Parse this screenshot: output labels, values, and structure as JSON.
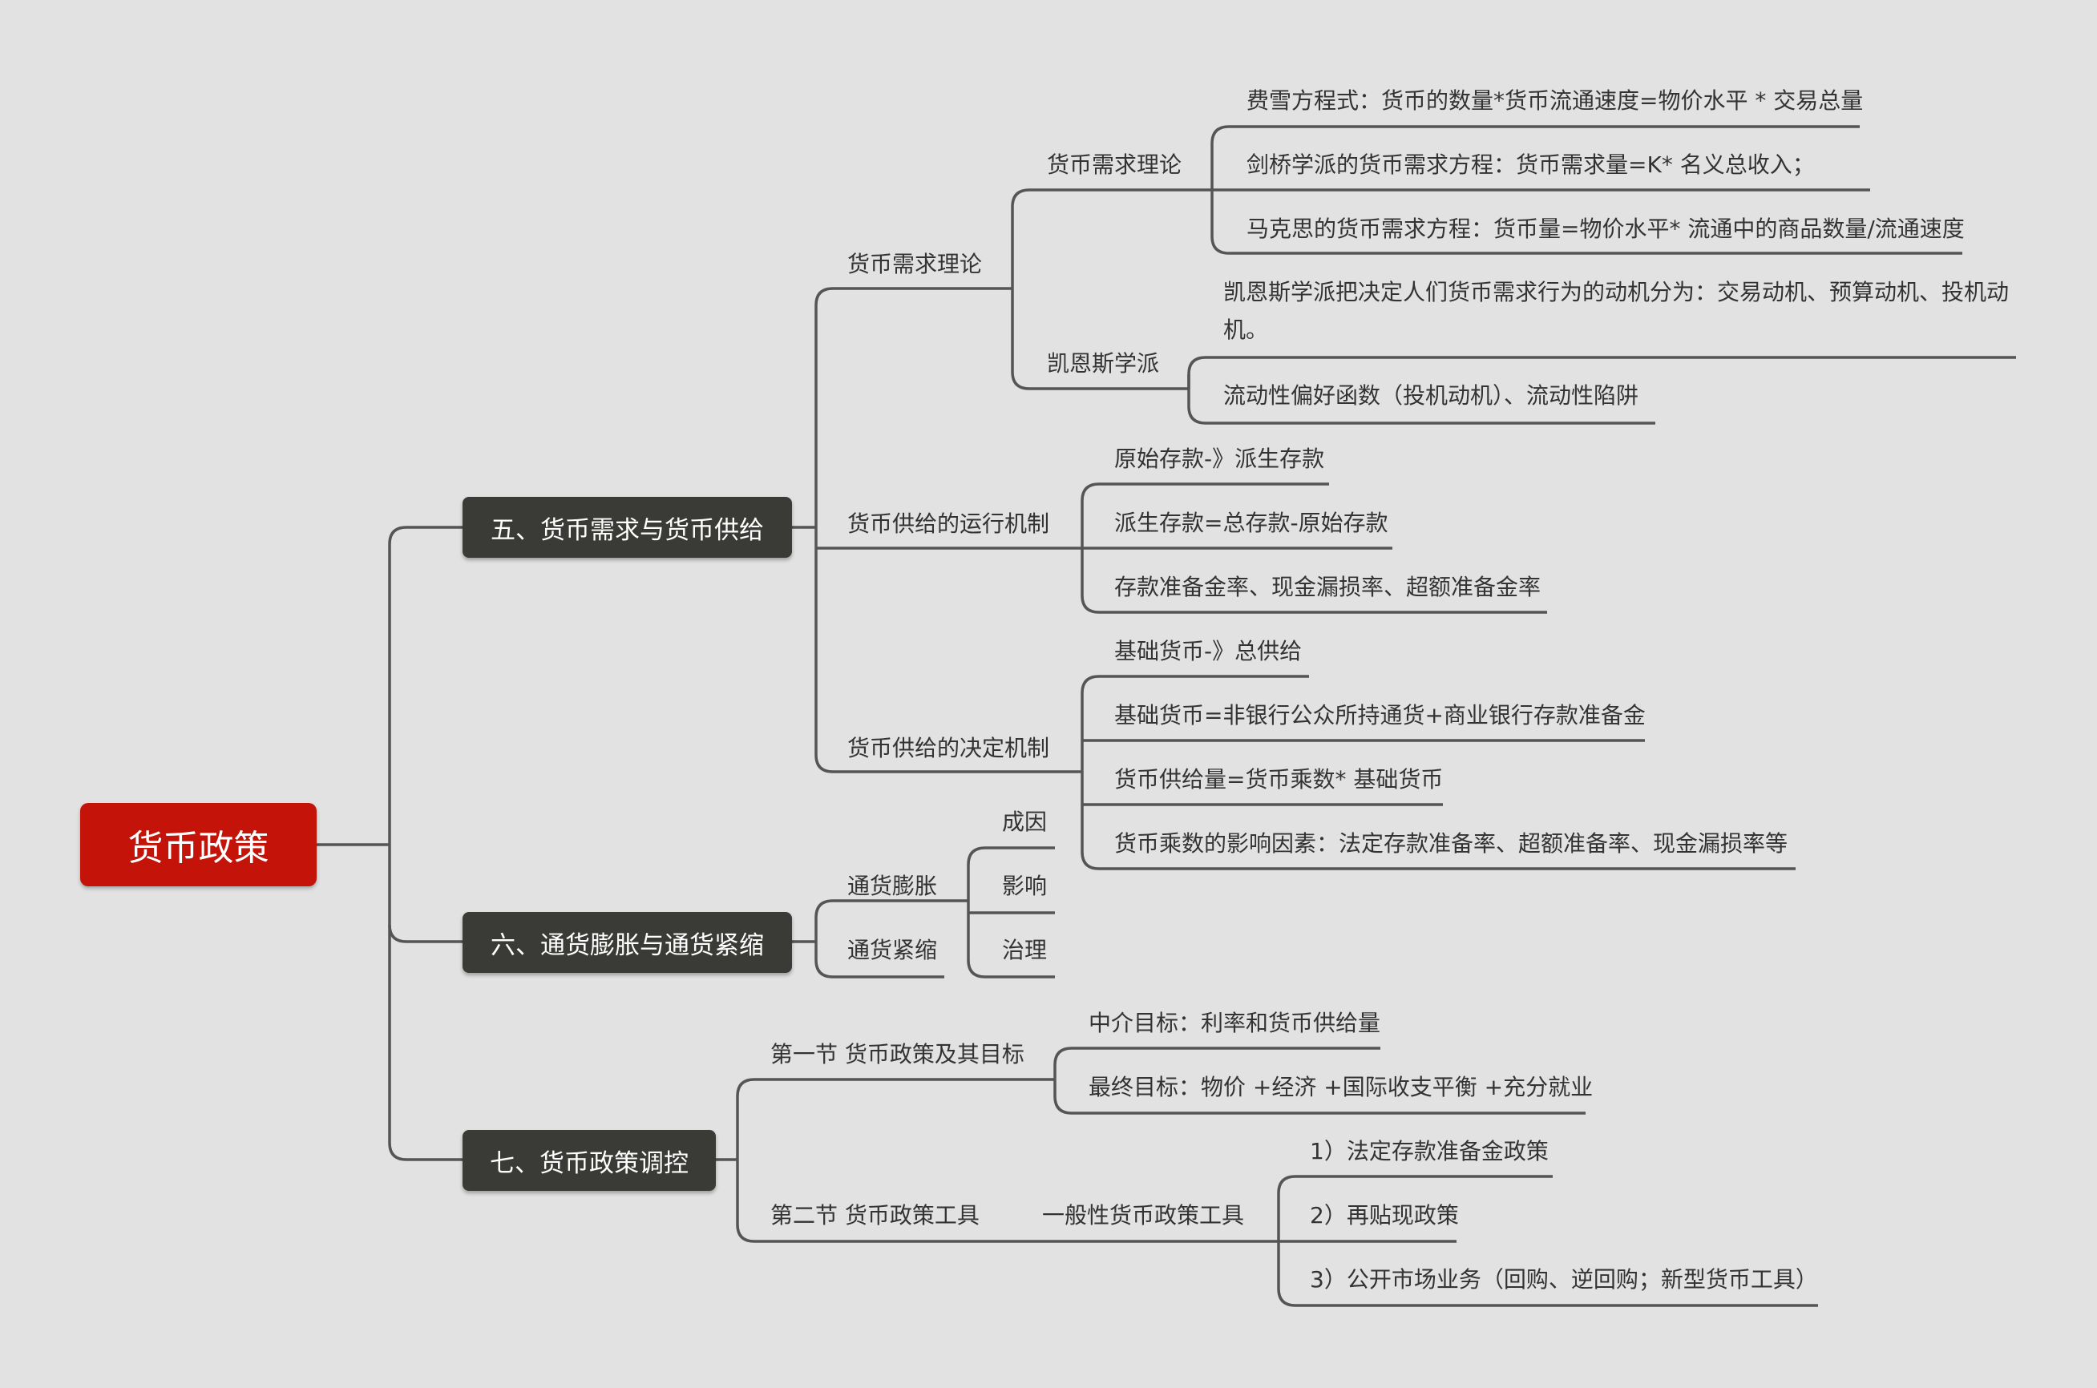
{
  "root": {
    "label": "货币政策"
  },
  "branches": [
    {
      "label": "五、货币需求与货币供给",
      "children": [
        {
          "label": "货币需求理论",
          "children": [
            {
              "label": "货币需求理论",
              "items": [
                "费雪方程式：货币的数量*货币流通速度=物价水平 * 交易总量",
                "剑桥学派的货币需求方程：货币需求量=K* 名义总收入；",
                "马克思的货币需求方程：货币量=物价水平* 流通中的商品数量/流通速度"
              ]
            },
            {
              "label": "凯恩斯学派",
              "items": [
                "凯恩斯学派把决定人们货币需求行为的动机分为：交易动机、预算动机、投机动机。",
                "流动性偏好函数（投机动机）、流动性陷阱"
              ]
            }
          ]
        },
        {
          "label": "货币供给的运行机制",
          "items": [
            "原始存款-》派生存款",
            "派生存款=总存款-原始存款",
            "存款准备金率、现金漏损率、超额准备金率"
          ]
        },
        {
          "label": "货币供给的决定机制",
          "items": [
            "基础货币-》总供给",
            "基础货币=非银行公众所持通货+商业银行存款准备金",
            "货币供给量=货币乘数* 基础货币",
            "货币乘数的影响因素：法定存款准备率、超额准备率、现金漏损率等"
          ]
        }
      ]
    },
    {
      "label": "六、通货膨胀与通货紧缩",
      "children": [
        {
          "label": "通货膨胀"
        },
        {
          "label": "通货紧缩"
        }
      ],
      "shared_items": [
        "成因",
        "影响",
        "治理"
      ]
    },
    {
      "label": "七、货币政策调控",
      "children": [
        {
          "label": "第一节 货币政策及其目标",
          "items": [
            "中介目标：利率和货币供给量",
            "最终目标：物价 +经济 +国际收支平衡 +充分就业"
          ]
        },
        {
          "label": "第二节 货币政策工具",
          "children": [
            {
              "label": "一般性货币政策工具",
              "items": [
                "1）法定存款准备金政策",
                "2）再贴现政策",
                "3）公开市场业务（回购、逆回购；新型货币工具）"
              ]
            }
          ]
        }
      ]
    }
  ],
  "colors": {
    "root": "#c4140a",
    "main": "#3a3a36",
    "line": "#555555",
    "background": "#e2e2e2",
    "text": "#333333"
  }
}
